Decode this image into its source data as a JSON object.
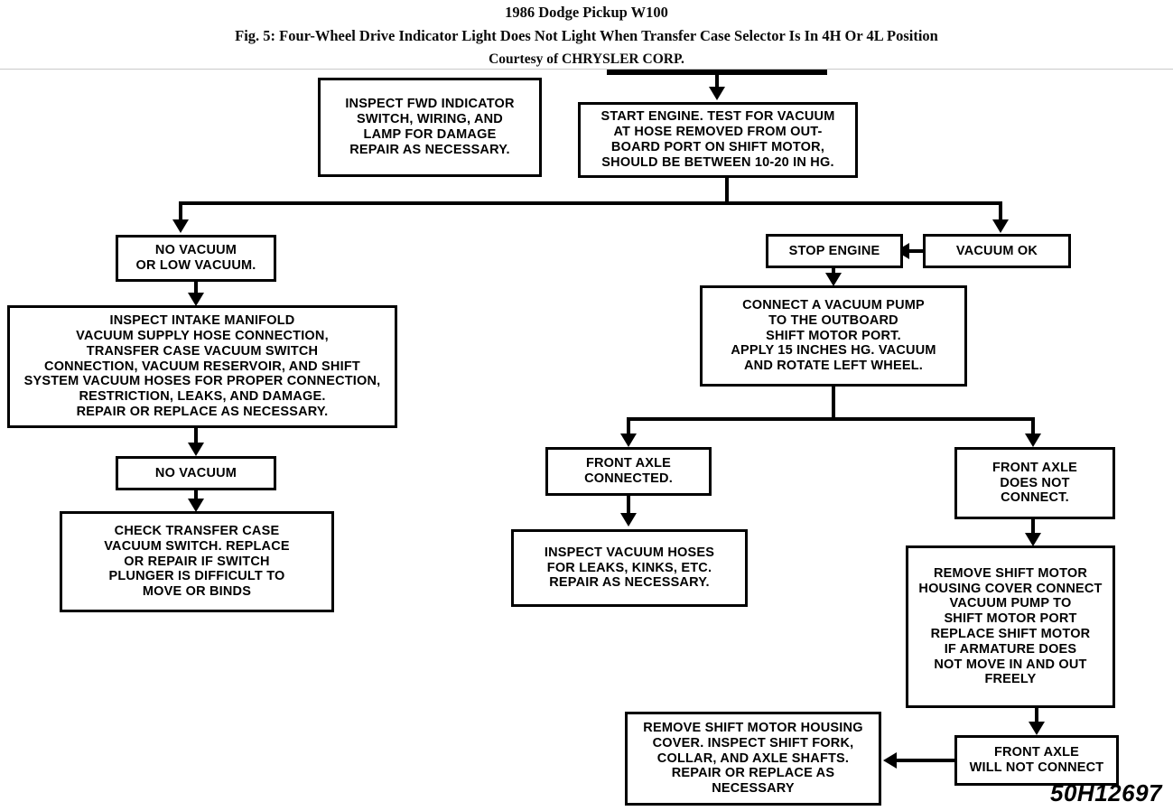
{
  "header": {
    "line1": "1986 Dodge Pickup W100",
    "line2": "Fig. 5: Four-Wheel Drive Indicator Light Does Not Light When Transfer Case Selector Is In 4H Or 4L Position",
    "line3": "Courtesy of CHRYSLER CORP."
  },
  "figure_id": "50H12697",
  "diagram": {
    "type": "flowchart",
    "nodes": [
      {
        "id": "inspect-fwd-indicator",
        "label": "INSPECT FWD INDICATOR\nSWITCH, WIRING, AND\nLAMP FOR DAMAGE\nREPAIR AS NECESSARY."
      },
      {
        "id": "start-engine",
        "label": "START ENGINE. TEST FOR VACUUM\nAT HOSE REMOVED FROM OUT-\nBOARD PORT ON SHIFT MOTOR,\nSHOULD BE BETWEEN 10-20 IN HG."
      },
      {
        "id": "no-vacuum-or-low-vacuum",
        "label": "NO VACUUM\nOR LOW VACUUM."
      },
      {
        "id": "stop-engine",
        "label": "STOP ENGINE"
      },
      {
        "id": "vacuum-ok",
        "label": "VACUUM OK"
      },
      {
        "id": "inspect-intake-manifold",
        "label": "INSPECT INTAKE MANIFOLD\nVACUUM SUPPLY HOSE CONNECTION,\nTRANSFER CASE VACUUM SWITCH\nCONNECTION, VACUUM RESERVOIR, AND SHIFT\nSYSTEM VACUUM HOSES FOR PROPER CONNECTION,\nRESTRICTION, LEAKS, AND DAMAGE.\nREPAIR OR REPLACE AS NECESSARY."
      },
      {
        "id": "connect-vacuum-pump",
        "label": "CONNECT A VACUUM PUMP\nTO THE OUTBOARD\nSHIFT MOTOR PORT.\nAPPLY 15 INCHES HG. VACUUM\nAND ROTATE LEFT WHEEL."
      },
      {
        "id": "no-vacuum",
        "label": "NO VACUUM"
      },
      {
        "id": "front-axle-connected",
        "label": "FRONT AXLE\nCONNECTED."
      },
      {
        "id": "front-axle-does-not-connect",
        "label": "FRONT AXLE\nDOES NOT\nCONNECT."
      },
      {
        "id": "check-transfer-case",
        "label": "CHECK TRANSFER CASE\nVACUUM SWITCH. REPLACE\nOR REPAIR IF SWITCH\nPLUNGER IS DIFFICULT TO\nMOVE OR BINDS"
      },
      {
        "id": "inspect-vacuum-hoses",
        "label": "INSPECT VACUUM HOSES\nFOR LEAKS, KINKS, ETC.\nREPAIR AS NECESSARY."
      },
      {
        "id": "remove-shift-motor",
        "label": "REMOVE SHIFT MOTOR\nHOUSING COVER  CONNECT\nVACUUM PUMP TO\nSHIFT MOTOR PORT\nREPLACE SHIFT MOTOR\nIF ARMATURE DOES\nNOT MOVE IN AND OUT\nFREELY"
      },
      {
        "id": "remove-shift-motor-housing-cover",
        "label": "REMOVE SHIFT MOTOR HOUSING\nCOVER. INSPECT SHIFT FORK,\nCOLLAR, AND AXLE SHAFTS.\nREPAIR OR REPLACE AS\nNECESSARY"
      },
      {
        "id": "front-axle-will-not-connect",
        "label": "FRONT AXLE\nWILL NOT CONNECT"
      }
    ],
    "edges": [
      {
        "from": "previous-page",
        "to": "start-engine"
      },
      {
        "from": "start-engine",
        "to": "no-vacuum-or-low-vacuum"
      },
      {
        "from": "start-engine",
        "to": "vacuum-ok"
      },
      {
        "from": "vacuum-ok",
        "to": "stop-engine"
      },
      {
        "from": "no-vacuum-or-low-vacuum",
        "to": "inspect-intake-manifold"
      },
      {
        "from": "stop-engine",
        "to": "connect-vacuum-pump"
      },
      {
        "from": "inspect-intake-manifold",
        "to": "no-vacuum"
      },
      {
        "from": "no-vacuum",
        "to": "check-transfer-case"
      },
      {
        "from": "connect-vacuum-pump",
        "to": "front-axle-connected"
      },
      {
        "from": "connect-vacuum-pump",
        "to": "front-axle-does-not-connect"
      },
      {
        "from": "front-axle-connected",
        "to": "inspect-vacuum-hoses"
      },
      {
        "from": "front-axle-does-not-connect",
        "to": "remove-shift-motor"
      },
      {
        "from": "remove-shift-motor",
        "to": "front-axle-will-not-connect"
      },
      {
        "from": "front-axle-will-not-connect",
        "to": "remove-shift-motor-housing-cover"
      }
    ]
  }
}
